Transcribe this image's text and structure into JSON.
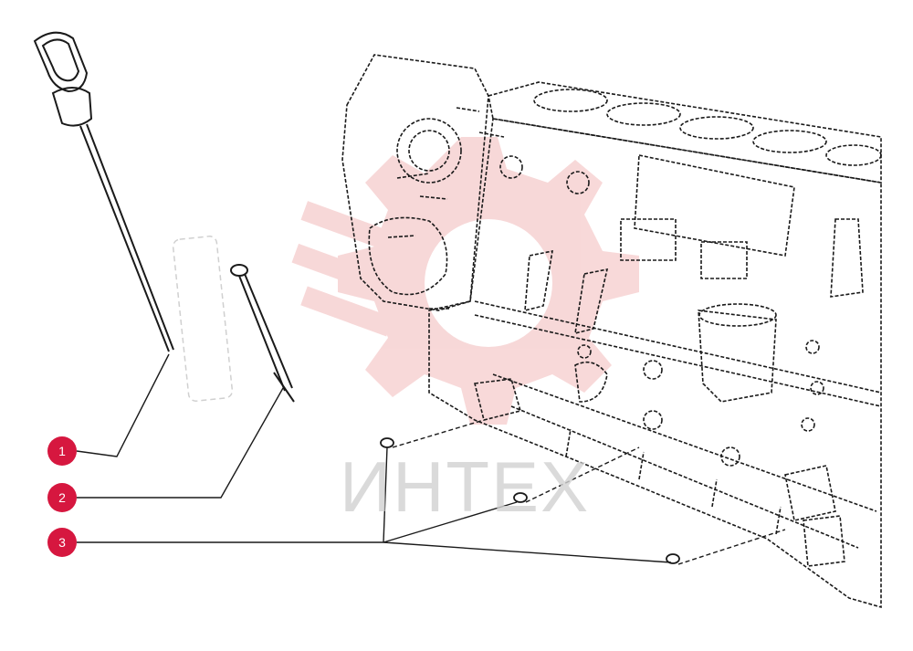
{
  "callouts": [
    {
      "id": 1,
      "label": "1"
    },
    {
      "id": 2,
      "label": "2"
    },
    {
      "id": 3,
      "label": "3"
    }
  ],
  "watermark": {
    "text": "ИНТЕХ",
    "logo_icon": "gear-logo-icon"
  },
  "colors": {
    "callout": "#d6173f",
    "line": "#1a1a1a",
    "watermark_logo": "#f2b9b9",
    "watermark_text": "#d2d2d2"
  }
}
